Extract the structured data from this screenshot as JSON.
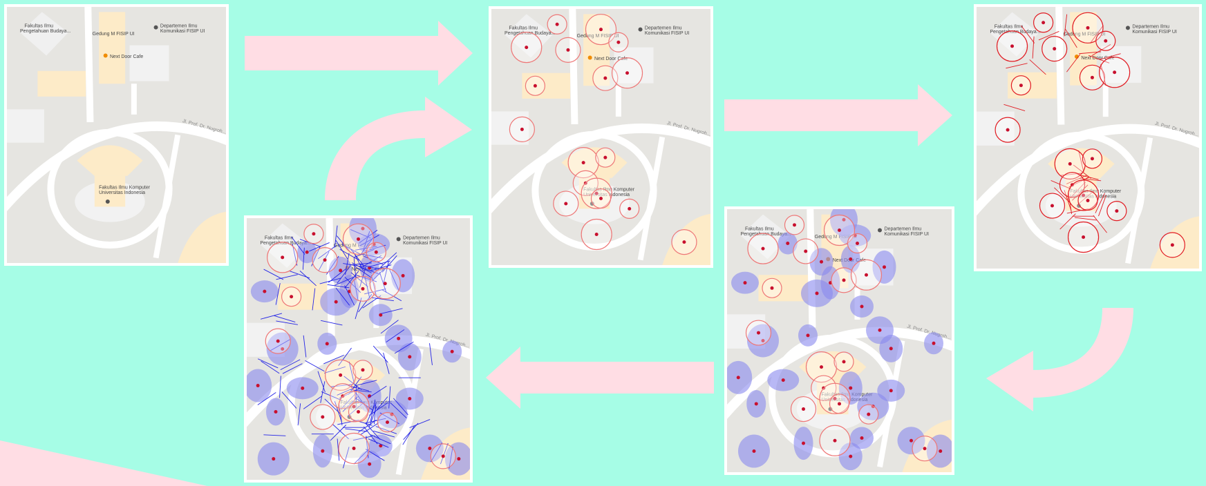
{
  "colors": {
    "background": "#a6fde6",
    "arrow": "#ffdde4",
    "map_ground": "#e6e5e1",
    "road": "#ffffff",
    "building": "#fdebc8",
    "building_grey": "#f2f2f2",
    "marker": "#c8102e",
    "ring": "#ee7777",
    "voronoi": "#e11b22",
    "voronoi_blue": "#2323e6",
    "blue_cluster": "#8888ee"
  },
  "map_labels": {
    "fac_budaya": "Fakultas Ilmu",
    "fac_budaya_2": "Pengetahuan Budaya...",
    "gedung_m": "Gedung M FISIP UI",
    "dept_kom": "Departemen Ilmu",
    "dept_kom_2": "Komunikasi FISIP UI",
    "cafe": "Next Door Cafe",
    "fasilkom": "Fakultas Ilmu Komputer",
    "fasilkom_2": "Universitas Indonesia",
    "road": "Jl. Prof. Dr. Nugroh..."
  },
  "panels": [
    {
      "id": "p1",
      "stage": "base-map"
    },
    {
      "id": "p2",
      "stage": "markers-with-rings"
    },
    {
      "id": "p3",
      "stage": "red-voronoi"
    },
    {
      "id": "p4",
      "stage": "blue-clusters"
    },
    {
      "id": "p5",
      "stage": "blue-voronoi"
    }
  ],
  "markers_red": [
    [
      0.3,
      0.06
    ],
    [
      0.35,
      0.16
    ],
    [
      0.5,
      0.08
    ],
    [
      0.58,
      0.13
    ],
    [
      0.52,
      0.27
    ],
    [
      0.62,
      0.25
    ],
    [
      0.2,
      0.3
    ],
    [
      0.14,
      0.47
    ],
    [
      0.42,
      0.6
    ],
    [
      0.52,
      0.58
    ],
    [
      0.43,
      0.68
    ],
    [
      0.48,
      0.72
    ],
    [
      0.5,
      0.74
    ],
    [
      0.34,
      0.76
    ],
    [
      0.48,
      0.88
    ],
    [
      0.63,
      0.78
    ],
    [
      0.88,
      0.91
    ],
    [
      0.16,
      0.15
    ]
  ],
  "markers_blue": [
    [
      0.27,
      0.13
    ],
    [
      0.42,
      0.2
    ],
    [
      0.52,
      0.04
    ],
    [
      0.57,
      0.1
    ],
    [
      0.55,
      0.19
    ],
    [
      0.7,
      0.22
    ],
    [
      0.08,
      0.28
    ],
    [
      0.4,
      0.32
    ],
    [
      0.46,
      0.28
    ],
    [
      0.6,
      0.37
    ],
    [
      0.68,
      0.46
    ],
    [
      0.16,
      0.5
    ],
    [
      0.36,
      0.48
    ],
    [
      0.73,
      0.53
    ],
    [
      0.05,
      0.64
    ],
    [
      0.25,
      0.65
    ],
    [
      0.13,
      0.74
    ],
    [
      0.55,
      0.68
    ],
    [
      0.73,
      0.69
    ],
    [
      0.65,
      0.75
    ],
    [
      0.34,
      0.89
    ],
    [
      0.6,
      0.87
    ],
    [
      0.82,
      0.88
    ],
    [
      0.12,
      0.92
    ],
    [
      0.92,
      0.51
    ],
    [
      0.55,
      0.94
    ],
    [
      0.95,
      0.92
    ]
  ]
}
